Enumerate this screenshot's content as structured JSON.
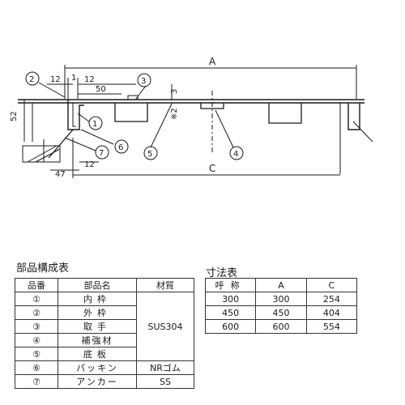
{
  "drawing": {
    "labels": {
      "A": "A",
      "C": "C",
      "d12a": "12",
      "d1": "1",
      "d12b": "12",
      "d50": "50",
      "d3": "3",
      "dx2": "※2",
      "d52": "52",
      "d47": "47",
      "d12c": "12"
    },
    "callouts": [
      "①",
      "②",
      "③",
      "④",
      "⑤",
      "⑥",
      "⑦"
    ]
  },
  "parts_table": {
    "title": "部品構成表",
    "headers": [
      "品番",
      "部品名",
      "材質"
    ],
    "rows": [
      {
        "no": "①",
        "name": "内枠",
        "material": ""
      },
      {
        "no": "②",
        "name": "外枠",
        "material": ""
      },
      {
        "no": "③",
        "name": "取手",
        "material": "SUS304"
      },
      {
        "no": "④",
        "name": "補強材",
        "material": ""
      },
      {
        "no": "⑤",
        "name": "底板",
        "material": ""
      },
      {
        "no": "⑥",
        "name": "パッキン",
        "material": "NRゴム"
      },
      {
        "no": "⑦",
        "name": "アンカー",
        "material": "SS"
      }
    ]
  },
  "dims_table": {
    "title": "寸法表",
    "headers": [
      "呼称",
      "A",
      "C"
    ],
    "rows": [
      {
        "size": "300",
        "A": "300",
        "C": "254"
      },
      {
        "size": "450",
        "A": "450",
        "C": "404"
      },
      {
        "size": "600",
        "A": "600",
        "C": "554"
      }
    ]
  }
}
